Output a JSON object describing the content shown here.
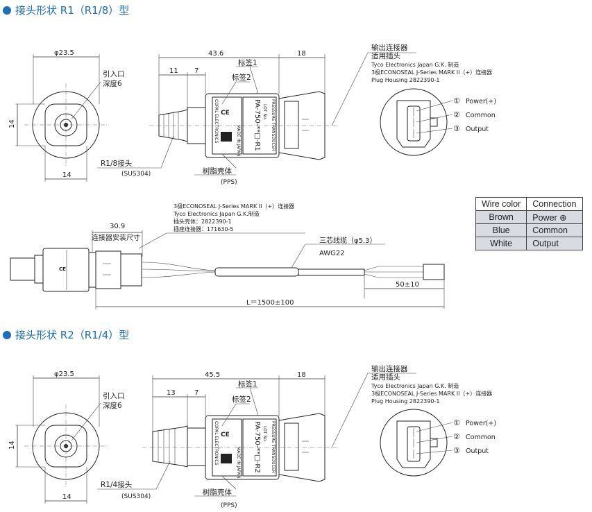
{
  "section1": {
    "title": "接头形状 R1（R1/8）型"
  },
  "section2": {
    "title": "接头形状 R2（R1/4）型"
  },
  "r1": {
    "dia": "φ23.5",
    "h": "14",
    "w": "14",
    "inlet": "引入口",
    "depth": "深度6",
    "len": "43.6",
    "len_a": "11",
    "len_b": "7",
    "conn_len": "18",
    "label1": "标签1",
    "label2": "标签2",
    "joint": "R1/8接头",
    "sus": "(SUS304)",
    "resin": "树脂壳体",
    "pps": "(PPS)",
    "body_text": "PA-750-**□-R1",
    "lot": "LOT No.",
    "pt": "PRESSURE TRANSDUCER",
    "copal": "COPAL ELECTRONICS",
    "made": "MADE IN JAPAN"
  },
  "r2": {
    "dia": "φ23.5",
    "h": "14",
    "w": "14",
    "inlet": "引入口",
    "depth": "深度6",
    "len": "45.5",
    "len_a": "13",
    "len_b": "7",
    "conn_len": "18",
    "label1": "标签1",
    "label2": "标签2",
    "joint": "R1/4接头",
    "sus": "(SUS304)",
    "resin": "树脂壳体",
    "pps": "(PPS)",
    "body_text": "PA-750-**□-R2",
    "lot": "LOT No.",
    "pt": "PRESSURE TRANSDUCER",
    "copal": "COPAL ELECTRONICS",
    "made": "MADE IN JAPAN"
  },
  "connector_note": {
    "l1": "输出连接器",
    "l2": "适用插头",
    "l3": "Tyco Electronics Japan G.K. 制造",
    "l4": "3极ECONOSEAL J-Series MARK II（+）连接器",
    "l5": "Plug Housing 2822390-1"
  },
  "pins": [
    {
      "num": "①",
      "name": "Power(+)"
    },
    {
      "num": "②",
      "name": "Common"
    },
    {
      "num": "③",
      "name": "Output"
    }
  ],
  "cable": {
    "note1": "3极ECONOSEAL J-Series MARK II（+）连接器",
    "note2": "Tyco Electronics Japan G.K.制造",
    "note3": "插头壳体：2822390-1",
    "note4": "插座连接器：171630-5",
    "mount_len": "30.9",
    "mount": "连接器安装尺寸",
    "wire": "三芯线缆（φ5.3）",
    "awg": "AWG22",
    "strip": "50±10",
    "total": "L＝1500±100"
  },
  "wire_table": {
    "headers": [
      "Wire color",
      "Connection"
    ],
    "rows": [
      [
        "Brown",
        "Power ⊕"
      ],
      [
        "Blue",
        "Common"
      ],
      [
        "White",
        "Output"
      ]
    ]
  }
}
